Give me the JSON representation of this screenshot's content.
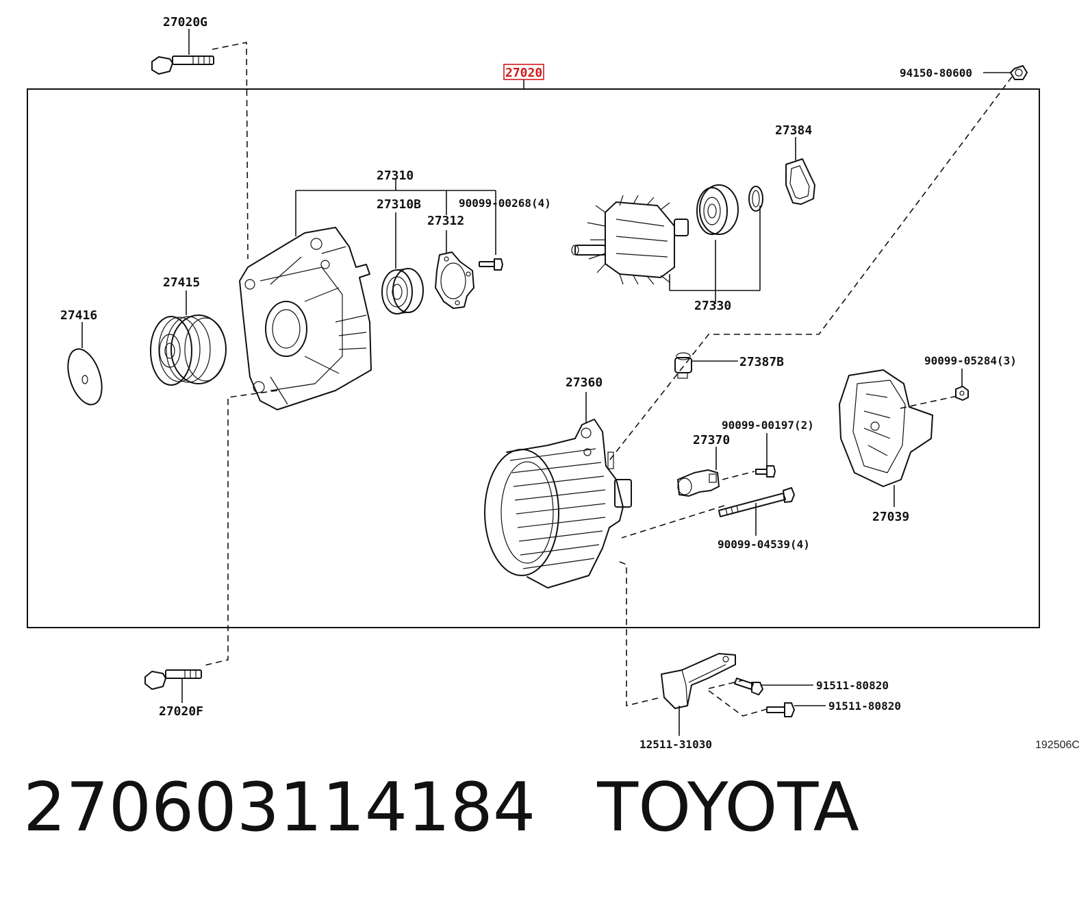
{
  "diagram": {
    "highlight_color": "#d11a1a",
    "labels": {
      "p27020G": "27020G",
      "p27020": "27020",
      "p94150_80600": "94150-80600",
      "p27384": "27384",
      "p27310": "27310",
      "p27310B": "27310B",
      "p90099_00268": "90099-00268(4)",
      "p27312": "27312",
      "p27415": "27415",
      "p27416": "27416",
      "p27330": "27330",
      "p27387B": "27387B",
      "p90099_05284": "90099-05284(3)",
      "p27360": "27360",
      "p90099_00197": "90099-00197(2)",
      "p27370": "27370",
      "p27039": "27039",
      "p90099_04539": "90099-04539(4)",
      "p27020F": "27020F",
      "p91511_80820_a": "91511-80820",
      "p91511_80820_b": "91511-80820",
      "p12511_31030": "12511-31030"
    },
    "reference_code": "192506C"
  },
  "footer": {
    "part_number": "270603114184",
    "brand": "TOYOTA"
  }
}
